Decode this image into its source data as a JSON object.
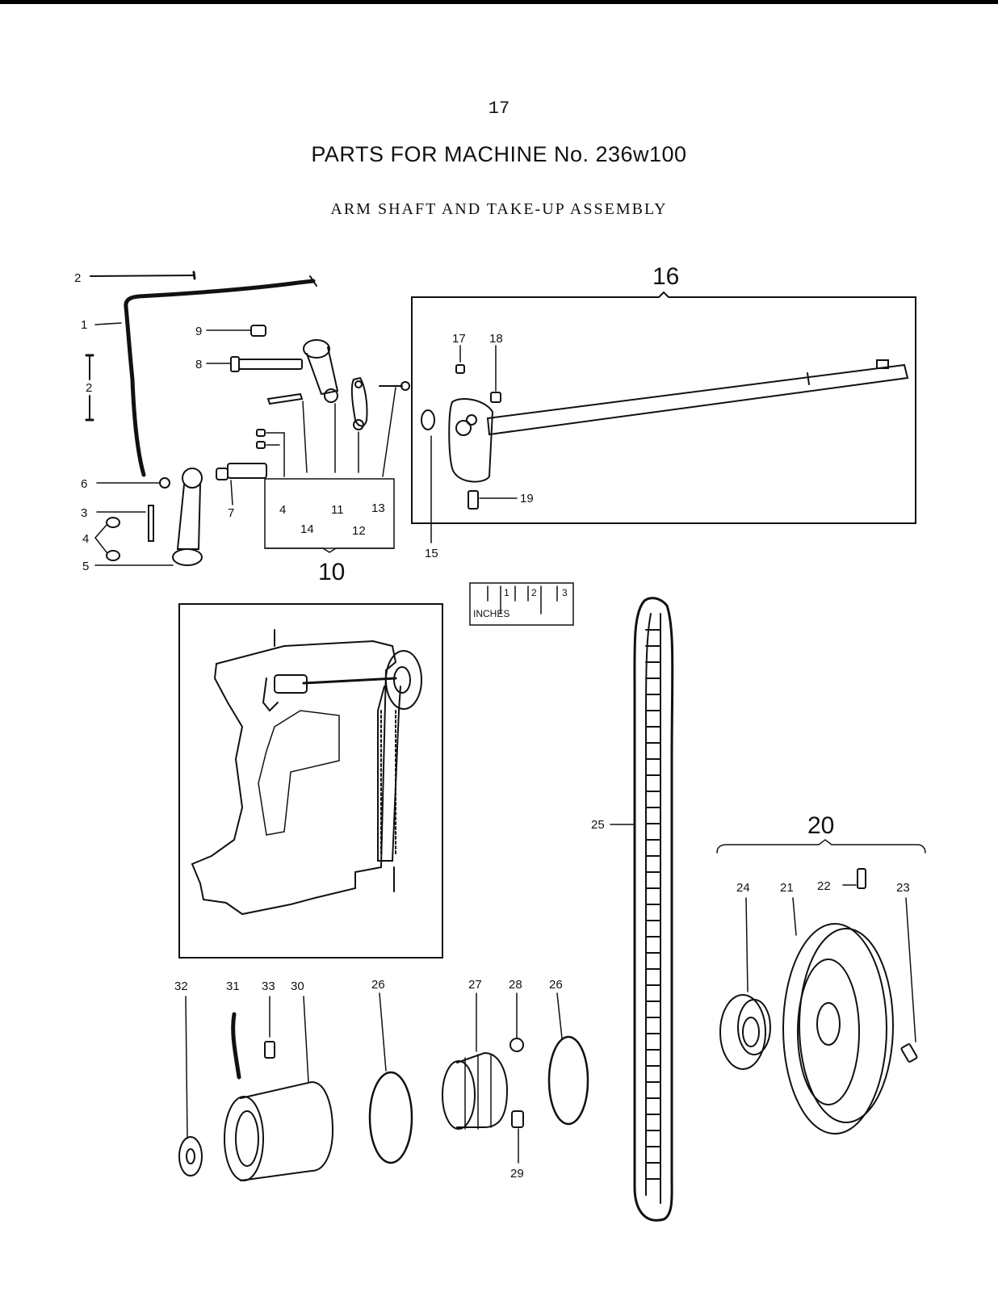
{
  "page_number": "17",
  "title": "PARTS FOR MACHINE No. 236w100",
  "subtitle": "ARM SHAFT AND TAKE-UP ASSEMBLY",
  "scale": {
    "unit_label": "INCHES",
    "marks": [
      "1",
      "2",
      "3"
    ]
  },
  "part_labels": {
    "p1": "1",
    "p2a": "2",
    "p2b": "2",
    "p3": "3",
    "p4a": "4",
    "p4b": "4",
    "p5": "5",
    "p6": "6",
    "p7": "7",
    "p8": "8",
    "p9": "9",
    "p10": "10",
    "p11": "11",
    "p12": "12",
    "p13": "13",
    "p14": "14",
    "p15": "15",
    "p16": "16",
    "p17": "17",
    "p18": "18",
    "p19": "19",
    "p20": "20",
    "p21": "21",
    "p22": "22",
    "p23": "23",
    "p24": "24",
    "p25": "25",
    "p26a": "26",
    "p26b": "26",
    "p27": "27",
    "p28": "28",
    "p29": "29",
    "p30": "30",
    "p31": "31",
    "p32": "32",
    "p33": "33"
  }
}
